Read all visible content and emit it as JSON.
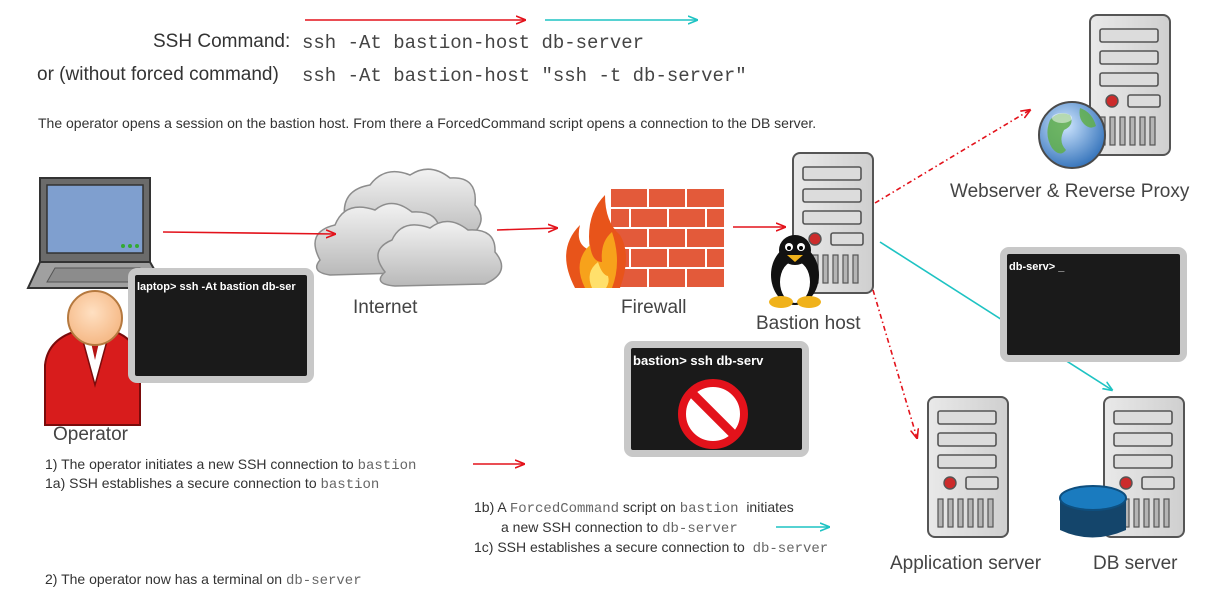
{
  "commands": {
    "ssh_label": "SSH Command:",
    "ssh_cmd": "ssh -At bastion-host db-server",
    "alt_label": "or (without forced command)",
    "alt_cmd": "ssh -At bastion-host \"ssh -t db-server\""
  },
  "description": "The operator opens a session on the bastion host. From there a ForcedCommand script opens a connection to the DB server.",
  "nodes": {
    "operator": "Operator",
    "internet": "Internet",
    "firewall": "Firewall",
    "bastion": "Bastion host",
    "webserver": "Webserver & Reverse Proxy",
    "app_server": "Application server",
    "db_server": "DB server"
  },
  "terminals": {
    "laptop": "laptop> ssh -At bastion db-ser",
    "bastion": "bastion> ssh db-serv",
    "db": "db-serv> _"
  },
  "steps": {
    "s1_text": "1) The operator initiates a new SSH connection to ",
    "s1_code": "bastion",
    "s1a_text": "1a) SSH establishes a secure connection to ",
    "s1a_code": "bastion",
    "s1b_a": "1b) A ",
    "s1b_code1": "ForcedCommand",
    "s1b_b": " script on ",
    "s1b_code2": "bastion",
    "s1b_c": "  initiates",
    "s1b2_text": "a new SSH connection to ",
    "s1b2_code": "db-server",
    "s1c_text": "1c) SSH establishes a secure connection to  ",
    "s1c_code": "db-server",
    "s2_text": "2) The operator now has a terminal on ",
    "s2_code": "db-server"
  },
  "colors": {
    "red_arrow": "#e3121b",
    "cyan_arrow": "#1ec3c3",
    "operator_suit": "#d81c1c",
    "wall": "#d9492b",
    "db_cylinder": "#1a7bbf"
  }
}
